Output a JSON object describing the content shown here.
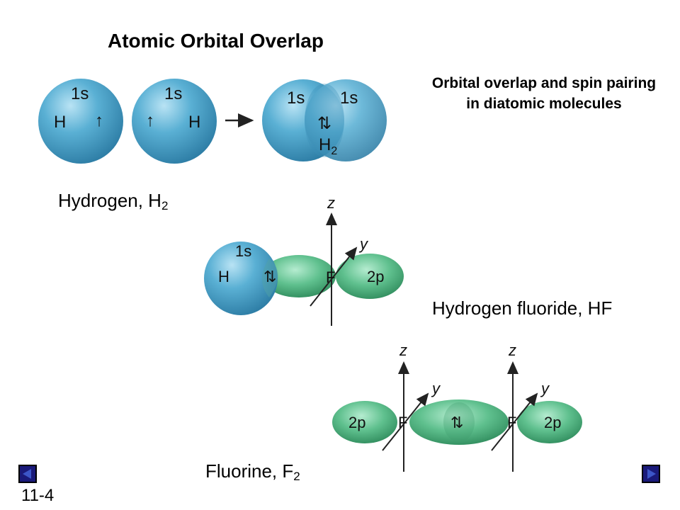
{
  "title": "Atomic Orbital Overlap",
  "subtitle": "Orbital overlap and spin pairing in diatomic molecules",
  "colors": {
    "s_orbital": "#5ab0d4",
    "p_orbital": "#5fc08e",
    "nav": "#1a1a7a"
  },
  "hydrogen": {
    "name": "Hydrogen, H",
    "subscript": "2",
    "atom_left": {
      "orbital": "1s",
      "symbol": "H",
      "spin": "↑"
    },
    "atom_right": {
      "orbital": "1s",
      "symbol": "H",
      "spin": "↑"
    },
    "arrow": "→",
    "molecule": {
      "orbital_left": "1s",
      "orbital_right": "1s",
      "spin": "⇅",
      "formula": "H",
      "formula_subscript": "2"
    }
  },
  "hydrogen_fluoride": {
    "name": "Hydrogen fluoride, HF",
    "h_orbital": "1s",
    "h_symbol": "H",
    "spin": "⇅",
    "f_symbol": "F",
    "f_orbital": "2p",
    "axis_z": "z",
    "axis_y": "y"
  },
  "fluorine": {
    "name": "Fluorine, F",
    "subscript": "2",
    "left_orbital": "2p",
    "right_orbital": "2p",
    "f_symbol": "F",
    "spin": "⇅",
    "axis_z": "z",
    "axis_y": "y"
  },
  "footer": {
    "slide_number": "11-4"
  }
}
